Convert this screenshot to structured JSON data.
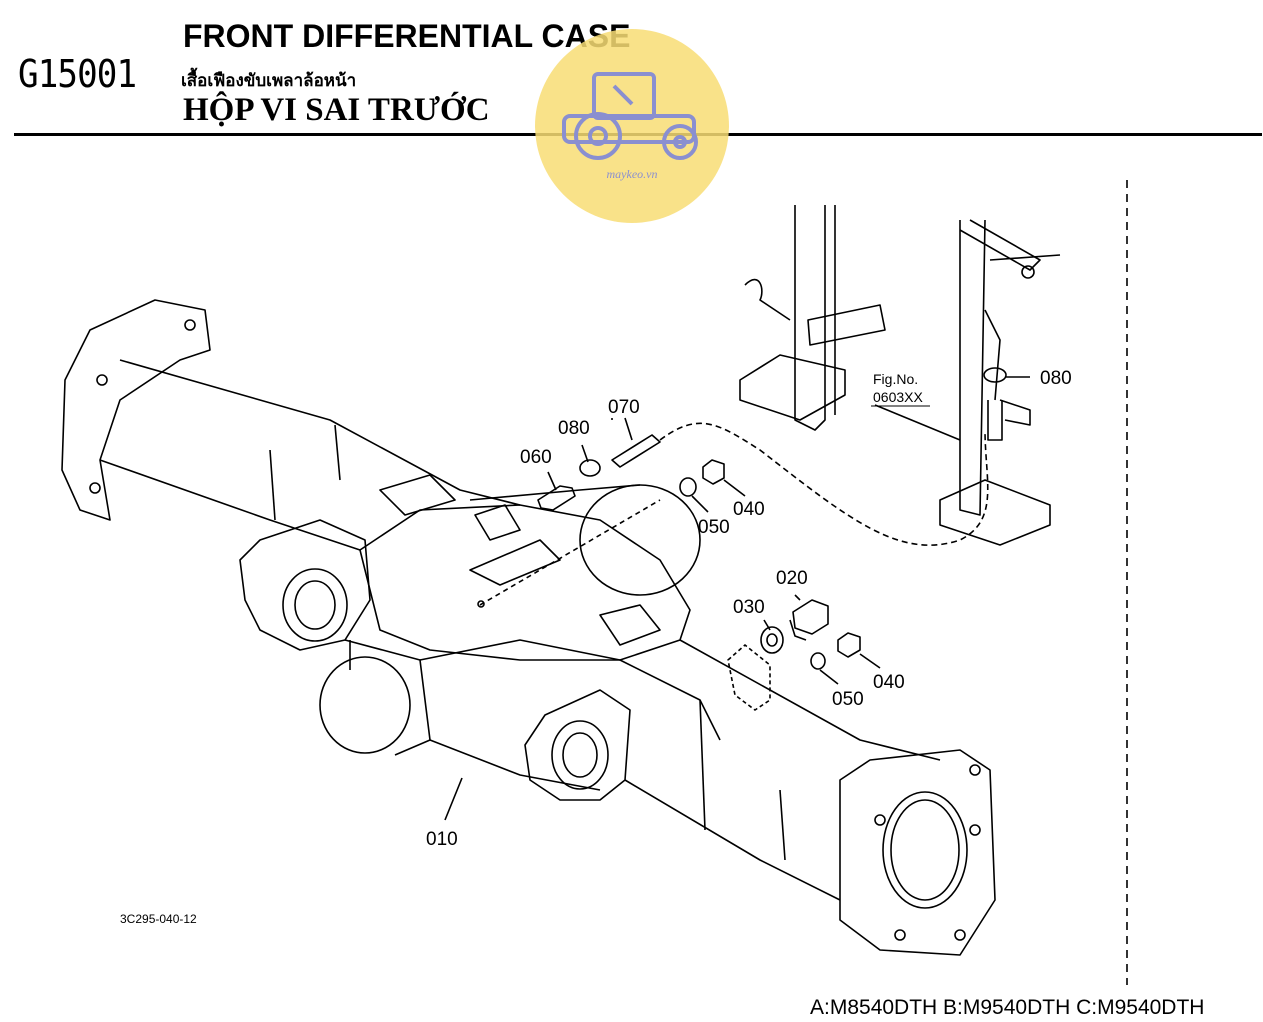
{
  "header": {
    "code": "G15001",
    "title_en": "FRONT DIFFERENTIAL CASE",
    "title_th": "เสื้อเฟืองขับเพลาล้อหน้า",
    "title_vi": "HỘP VI SAI TRƯỚC"
  },
  "watermark": {
    "text": "maykeo.vn",
    "color": "#f7dc6f",
    "icon": "tractor-icon"
  },
  "parts": {
    "p010": "010",
    "p020": "020",
    "p030": "030",
    "p040a": "040",
    "p040b": "040",
    "p050a": "050",
    "p050b": "050",
    "p060": "060",
    "p070": "070",
    "p080a": "080",
    "p080b": "080"
  },
  "figure_ref": {
    "line1": "Fig.No.",
    "line2": "0603XX"
  },
  "drawing_number": "3C295-040-12",
  "models": "A:M8540DTH B:M9540DTH C:M9540DTH"
}
